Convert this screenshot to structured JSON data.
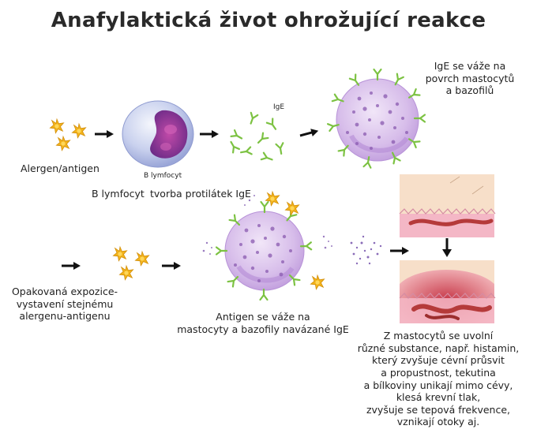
{
  "title": "Anafylaktická život ohrožující reakce",
  "labels": {
    "allergen": "Alergen/antigen",
    "b_cell_small": "B lymfocyt",
    "b_cell": "B lymfocyt",
    "antibody_production": "tvorba protilátek IgE",
    "ige_small": "IgE",
    "ige_binds": "IgE se váže na\npovrch mastocytů\na bazofilů",
    "repeated_exposure": "Opakovaná expozice-\nvystavení stejnému\nalergenu-antigenu",
    "antigen_binds": "Antigen se váže na\nmastocyty a bazofily navázané IgE",
    "release_effects": "Z mastocytů se uvolní\nrůzné substance, např. histamin,\nkterý zvyšuje cévní průsvit\na propustnost, tekutina\na bílkoviny unikají mimo cévy,\nklesá krevní tlak,\nzvyšuje se tepová frekvence,\nvznikají otoky aj."
  },
  "colors": {
    "allergen": "#f2b31c",
    "cell_fill": "#d9c2ec",
    "cell_dots": "#8a5ab0",
    "nucleus": "#8a3c9a",
    "antibody": "#7cc242",
    "tissue_skin": "#f7dfc9",
    "tissue_pink": "#f4b7c6",
    "vessel": "#b53a3a",
    "arrow": "#111111"
  }
}
